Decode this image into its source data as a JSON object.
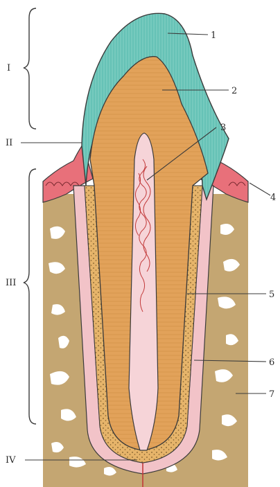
{
  "diagram": {
    "colors": {
      "enamel": "#66c2b6",
      "enamel_light": "#a8e3d6",
      "dentin": "#e2a25a",
      "dentin_line": "#c98a3f",
      "pulp": "#f6d4d8",
      "pulp_vessels": "#c23a3a",
      "gum": "#e8707a",
      "gum_light": "#f4a6ae",
      "cementum_ligament": "#f2c3c8",
      "bone": "#c4a672",
      "bone_dark": "#a88a58",
      "outline": "#3a3a3a"
    },
    "region_labels": [
      {
        "id": "I",
        "text": "I"
      },
      {
        "id": "II",
        "text": "II"
      },
      {
        "id": "III",
        "text": "III"
      },
      {
        "id": "IV",
        "text": "IV"
      }
    ],
    "part_labels": [
      {
        "id": "1",
        "text": "1"
      },
      {
        "id": "2",
        "text": "2"
      },
      {
        "id": "3",
        "text": "3"
      },
      {
        "id": "4",
        "text": "4"
      },
      {
        "id": "5",
        "text": "5"
      },
      {
        "id": "6",
        "text": "6"
      },
      {
        "id": "7",
        "text": "7"
      }
    ]
  }
}
